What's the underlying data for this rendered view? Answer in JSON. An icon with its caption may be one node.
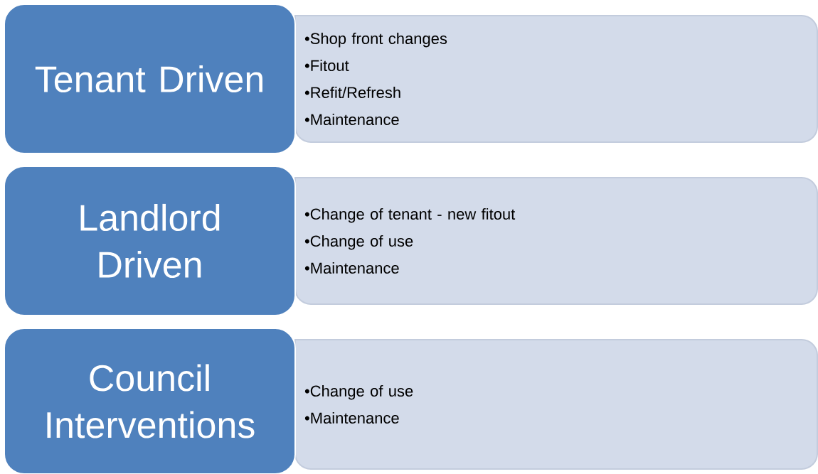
{
  "diagram": {
    "nodes": [
      {
        "text": [
          "Tenant Driven"
        ]
      },
      {
        "text": [
          "•Shop front changes",
          "•Fitout",
          "•Refit/Refresh",
          "•Maintenance"
        ]
      },
      {
        "text": [
          "Landlord Driven"
        ]
      },
      {
        "text": [
          "•Change of tenant - new fitout",
          "•Change of use",
          "•Maintenance"
        ]
      },
      {
        "text": [
          "Council Interventions"
        ]
      },
      {
        "text": [
          "•Change of use",
          "•Maintenance"
        ]
      }
    ]
  }
}
